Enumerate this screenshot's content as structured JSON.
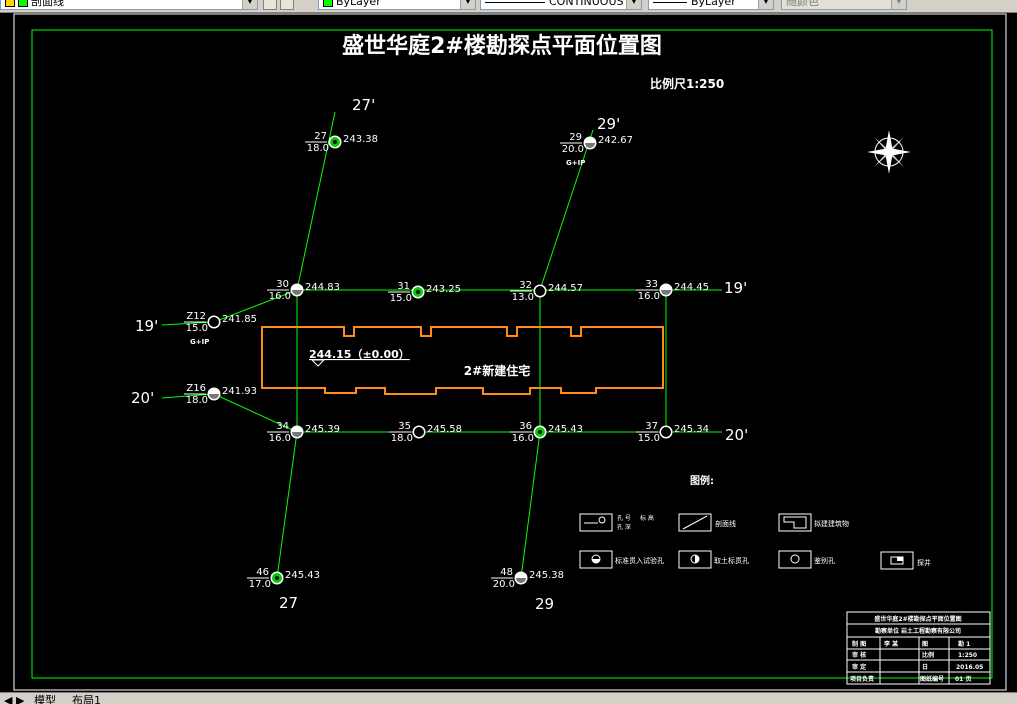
{
  "toolbar": {
    "layer_value": "剖面线",
    "linetype_value": "ByLayer",
    "linetype_name": "CONTINUOUS",
    "lineweight_value": "ByLayer",
    "plotstyle_value": "随颜色"
  },
  "drawing": {
    "title": "盛世华庭2#楼勘探点平面位置图",
    "scale_label": "比例尺1:250",
    "building_label": "2#新建住宅",
    "building_elevation": "244.15（±0.00）",
    "legend_title": "图例:",
    "section_labels": {
      "n27_top": "27'",
      "n29_top": "29'",
      "n19_left": "19'",
      "n19_right": "19'",
      "n20_left": "20'",
      "n20_right": "20'",
      "n27_bottom": "27",
      "n29_bottom": "29"
    },
    "boreholes": [
      {
        "id": "27",
        "depth": "18.0",
        "elev": "243.38",
        "type": "filled"
      },
      {
        "id": "29",
        "depth": "20.0",
        "elev": "242.67",
        "type": "half",
        "note": "G+IP"
      },
      {
        "id": "30",
        "depth": "16.0",
        "elev": "244.83",
        "type": "half"
      },
      {
        "id": "31",
        "depth": "15.0",
        "elev": "243.25",
        "type": "filled"
      },
      {
        "id": "32",
        "depth": "13.0",
        "elev": "244.57",
        "type": "open"
      },
      {
        "id": "33",
        "depth": "16.0",
        "elev": "244.45",
        "type": "half"
      },
      {
        "id": "Z12",
        "depth": "15.0",
        "elev": "241.85",
        "type": "open",
        "note": "G+IP"
      },
      {
        "id": "Z16",
        "depth": "18.0",
        "elev": "241.93",
        "type": "half"
      },
      {
        "id": "34",
        "depth": "16.0",
        "elev": "245.39",
        "type": "half"
      },
      {
        "id": "35",
        "depth": "18.0",
        "elev": "245.58",
        "type": "open"
      },
      {
        "id": "36",
        "depth": "16.0",
        "elev": "245.43",
        "type": "filled"
      },
      {
        "id": "37",
        "depth": "15.0",
        "elev": "245.34",
        "type": "open"
      },
      {
        "id": "46",
        "depth": "17.0",
        "elev": "245.43",
        "type": "filled"
      },
      {
        "id": "48",
        "depth": "20.0",
        "elev": "245.38",
        "type": "half"
      }
    ],
    "legend": {
      "item1_a": "孔 号",
      "item1_b": "孔 深",
      "item1_c": "标 高",
      "item2": "剖面线",
      "item3": "拟建建筑物",
      "item4": "标准贯入试验孔",
      "item5": "取土标贯孔",
      "item6": "鉴别孔",
      "item7": "探井"
    },
    "title_block": {
      "row1": "盛世华庭2#楼勘探点平面位置图",
      "row2": "勘察单位 岩土工程勘察有限公司",
      "rows": [
        [
          "制 图",
          "李 某",
          "图",
          "勘 1"
        ],
        [
          "审 核",
          "",
          "比例",
          "1:250"
        ],
        [
          "审 定",
          "",
          "日",
          "2016.05"
        ],
        [
          "项目负责",
          "",
          "图纸编号",
          "01 页"
        ]
      ]
    }
  },
  "tabs": {
    "model": "模型",
    "layout": "布局1"
  }
}
